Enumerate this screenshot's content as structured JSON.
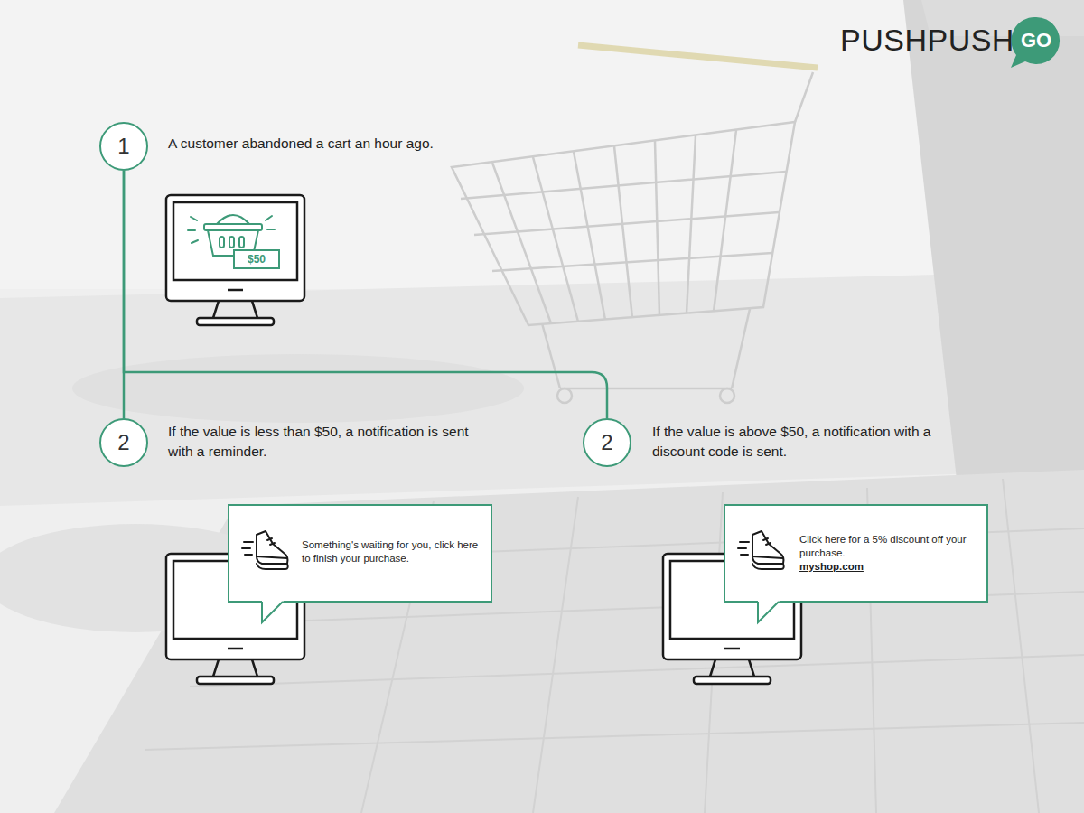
{
  "diagram": {
    "nodes": [
      {
        "text": [
          "GO"
        ]
      },
      {
        "text": [
          "1",
          "A customer abandoned a cart an hour ago."
        ]
      },
      {
        "text": [
          "$50"
        ]
      },
      {
        "text": [
          "2",
          "If the value is less than $50, a notification is sent with a reminder."
        ]
      },
      {
        "text": [
          "2",
          "If the value is above $50, a notification with a discount code is sent."
        ]
      },
      {
        "text": [
          "Something's waiting for you, click here to finish your purchase."
        ]
      },
      {
        "text": [
          "Click here for a 5% discount off your purchase.",
          "myshop.com"
        ]
      }
    ],
    "edges": [
      {
        "from": 1,
        "to": 3,
        "arrow": "none"
      },
      {
        "from": 1,
        "to": 4,
        "arrow": "none"
      }
    ],
    "labels": [
      "PUSHPUSH"
    ]
  }
}
